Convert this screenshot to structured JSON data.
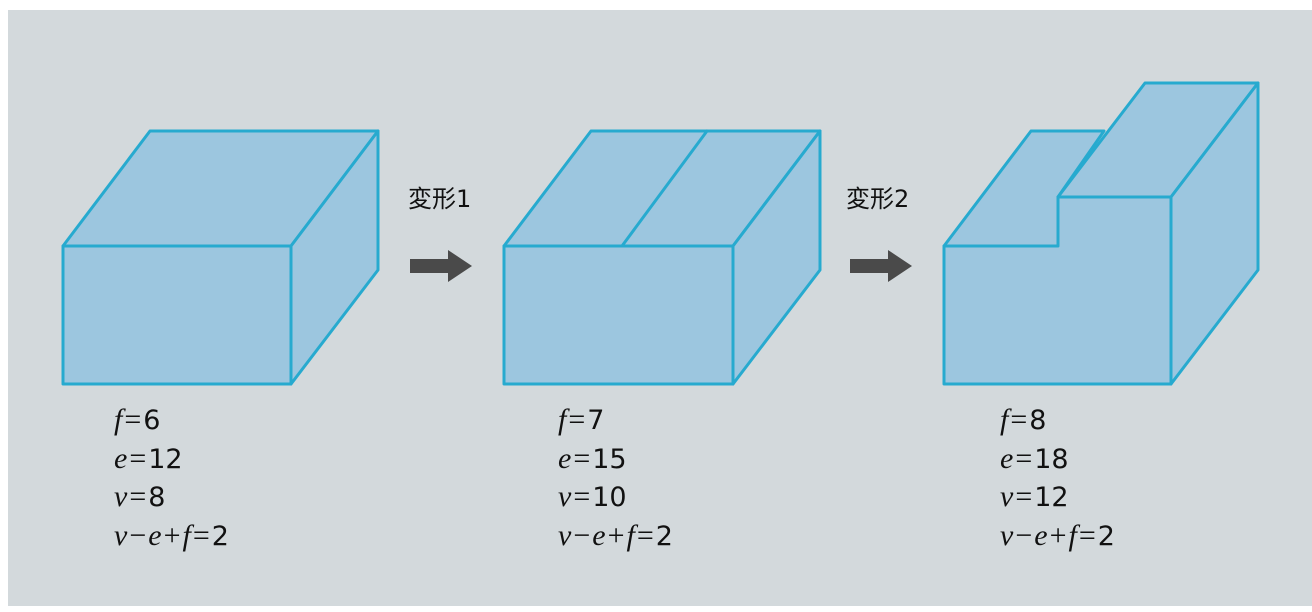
{
  "steps": [
    {
      "figure": "box",
      "formulas": [
        [
          {
            "t": "var",
            "v": "f"
          },
          {
            "t": "op",
            "v": "="
          },
          {
            "t": "num",
            "v": "6"
          }
        ],
        [
          {
            "t": "var",
            "v": "e"
          },
          {
            "t": "op",
            "v": "="
          },
          {
            "t": "num",
            "v": "12"
          }
        ],
        [
          {
            "t": "var",
            "v": "v"
          },
          {
            "t": "op",
            "v": "="
          },
          {
            "t": "num",
            "v": "8"
          }
        ],
        [
          {
            "t": "var",
            "v": "v"
          },
          {
            "t": "op",
            "v": "−"
          },
          {
            "t": "var",
            "v": "e"
          },
          {
            "t": "op",
            "v": "+"
          },
          {
            "t": "var",
            "v": "f"
          },
          {
            "t": "op",
            "v": "="
          },
          {
            "t": "num",
            "v": "2"
          }
        ]
      ]
    },
    {
      "figure": "split-box",
      "formulas": [
        [
          {
            "t": "var",
            "v": "f"
          },
          {
            "t": "op",
            "v": "="
          },
          {
            "t": "num",
            "v": "7"
          }
        ],
        [
          {
            "t": "var",
            "v": "e"
          },
          {
            "t": "op",
            "v": "="
          },
          {
            "t": "num",
            "v": "15"
          }
        ],
        [
          {
            "t": "var",
            "v": "v"
          },
          {
            "t": "op",
            "v": "="
          },
          {
            "t": "num",
            "v": "10"
          }
        ],
        [
          {
            "t": "var",
            "v": "v"
          },
          {
            "t": "op",
            "v": "−"
          },
          {
            "t": "var",
            "v": "e"
          },
          {
            "t": "op",
            "v": "+"
          },
          {
            "t": "var",
            "v": "f"
          },
          {
            "t": "op",
            "v": "="
          },
          {
            "t": "num",
            "v": "2"
          }
        ]
      ]
    },
    {
      "figure": "stepped-box",
      "formulas": [
        [
          {
            "t": "var",
            "v": "f"
          },
          {
            "t": "op",
            "v": "="
          },
          {
            "t": "num",
            "v": "8"
          }
        ],
        [
          {
            "t": "var",
            "v": "e"
          },
          {
            "t": "op",
            "v": "="
          },
          {
            "t": "num",
            "v": "18"
          }
        ],
        [
          {
            "t": "var",
            "v": "v"
          },
          {
            "t": "op",
            "v": "="
          },
          {
            "t": "num",
            "v": "12"
          }
        ],
        [
          {
            "t": "var",
            "v": "v"
          },
          {
            "t": "op",
            "v": "−"
          },
          {
            "t": "var",
            "v": "e"
          },
          {
            "t": "op",
            "v": "+"
          },
          {
            "t": "var",
            "v": "f"
          },
          {
            "t": "op",
            "v": "="
          },
          {
            "t": "num",
            "v": "2"
          }
        ]
      ]
    }
  ],
  "transformations": [
    {
      "label": "変形1"
    },
    {
      "label": "変形2"
    }
  ],
  "colors": {
    "background": "#d3d9dc",
    "face_fill": "#9cc6df",
    "edge_stroke": "#27aacf",
    "arrow": "#4a4a4a"
  }
}
